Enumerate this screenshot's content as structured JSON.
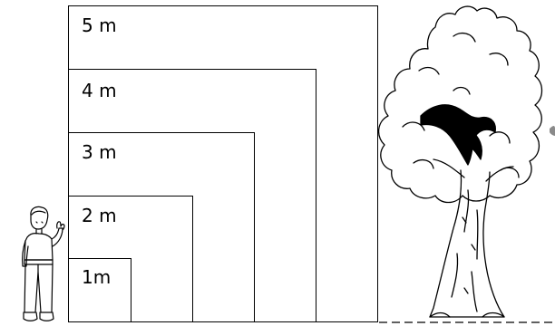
{
  "squares": [
    {
      "label": "5 m"
    },
    {
      "label": "4 m"
    },
    {
      "label": "3 m"
    },
    {
      "label": "2 m"
    },
    {
      "label": "1m"
    }
  ]
}
